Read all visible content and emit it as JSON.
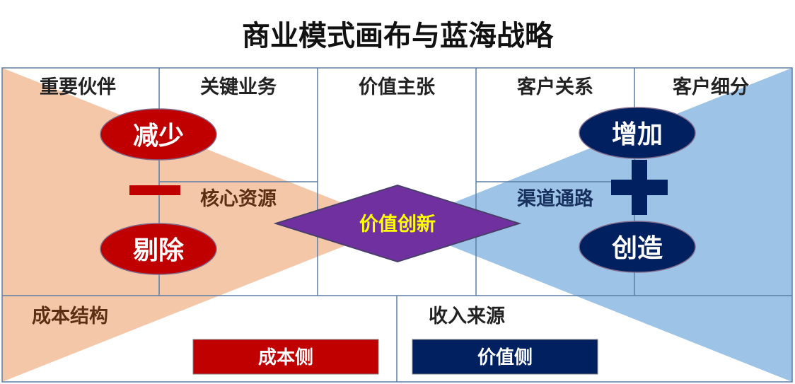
{
  "title": "商业模式画布与蓝海战略",
  "canvas": {
    "key_partners": "重要伙伴",
    "key_activities": "关键业务",
    "value_proposition": "价值主张",
    "customer_relationships": "客户关系",
    "customer_segments": "客户细分",
    "key_resources": "核心资源",
    "channels": "渠道通路",
    "cost_structure": "成本结构",
    "revenue_streams": "收入来源"
  },
  "actions": {
    "reduce": "减少",
    "eliminate": "剔除",
    "raise": "增加",
    "create": "创造"
  },
  "center": {
    "label": "价值创新"
  },
  "sides": {
    "cost_side": "成本侧",
    "value_side": "价值侧"
  },
  "colors": {
    "cost_triangle": "#f5c7a9",
    "value_triangle": "#9dc3e6",
    "red": "#c00000",
    "navy": "#002060",
    "diamond": "#7030a0",
    "grid_line": "#5b7fa6"
  }
}
